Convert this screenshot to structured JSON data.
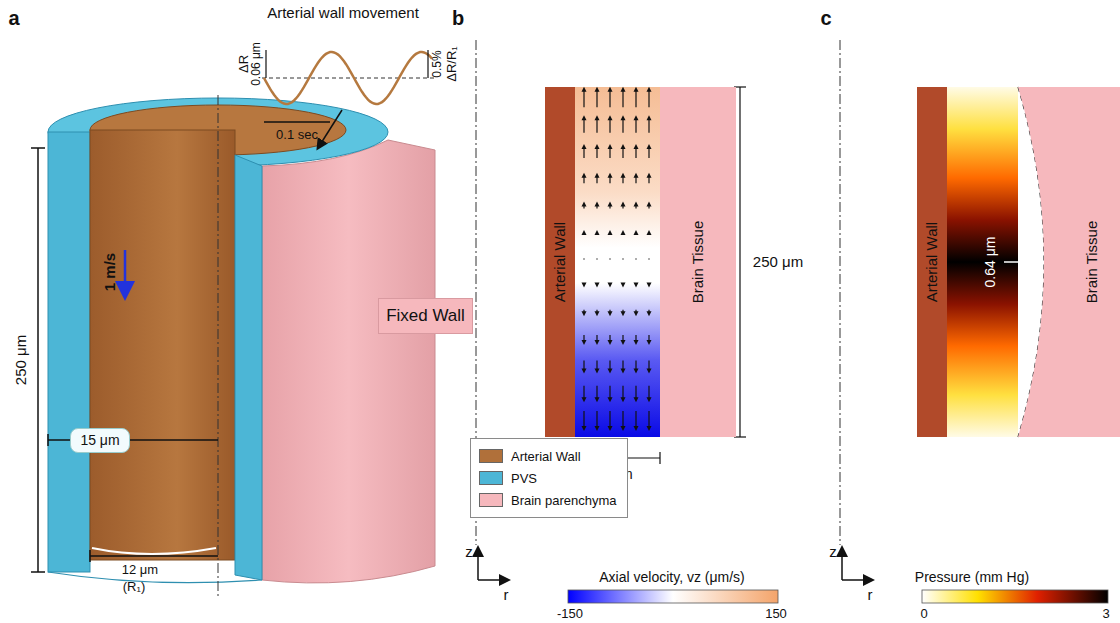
{
  "diagram": {
    "nodes": [
      {
        "text": [
          "Fixed Wall"
        ]
      },
      {
        "text": [
          "15 μm"
        ]
      },
      {
        "text": [
          "Arterial Wall"
        ]
      },
      {
        "text": [
          "Brain Tissue"
        ]
      },
      {
        "text": [
          "Arterial Wall"
        ]
      },
      {
        "text": [
          "Brain Tissue"
        ]
      }
    ],
    "labels": [
      "a",
      "Arterial wall movement",
      "ΔR",
      "0.06 μm",
      "ΔR/R₁",
      "0.5%",
      "0.1 sec",
      "1 m/s",
      "250 μm",
      "12 μm",
      "(R₁)",
      "b",
      "250 μm",
      "3 μm",
      "z",
      "r",
      "Axial velocity, vz (μm/s)",
      "-150",
      "150",
      "c",
      "0.64 μm",
      "z",
      "r",
      "Pressure (mm Hg)",
      "0",
      "3"
    ],
    "legend": [
      {
        "text": "Arterial Wall",
        "color": "#b0703a"
      },
      {
        "text": "PVS",
        "color": "#4cb6d6"
      },
      {
        "text": "Brain parenchyma",
        "color": "#f6b8bd"
      }
    ]
  }
}
